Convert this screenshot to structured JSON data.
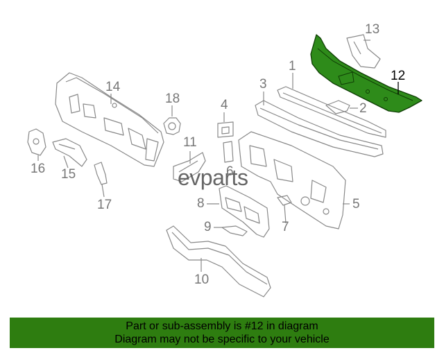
{
  "callouts": {
    "c1": "1",
    "c2": "2",
    "c3": "3",
    "c4": "4",
    "c5": "5",
    "c6": "6",
    "c7": "7",
    "c8": "8",
    "c9": "9",
    "c10": "10",
    "c11": "11",
    "c12": "12",
    "c13": "13",
    "c14": "14",
    "c15": "15",
    "c16": "16",
    "c17": "17",
    "c18": "18"
  },
  "highlight_part": "12",
  "highlight_color": "#2e8b1a",
  "watermark": "evparts",
  "banner": {
    "line1": "Part or sub-assembly is #12 in diagram",
    "line2": "Diagram may not be specific to your vehicle",
    "color": "#2e7d10"
  }
}
